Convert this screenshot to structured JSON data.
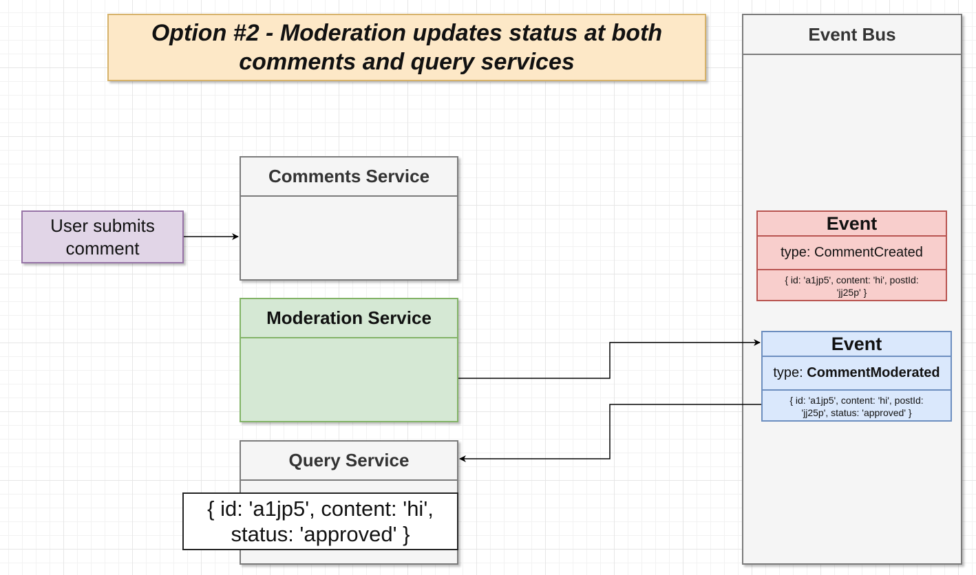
{
  "title": {
    "line1": "Option #2 - Moderation updates status at both",
    "line2": "comments and query services"
  },
  "user_box": {
    "line1": "User submits",
    "line2": "comment"
  },
  "services": {
    "comments": "Comments Service",
    "moderation": "Moderation Service",
    "query": "Query Service"
  },
  "query_data": {
    "line1": "{ id: 'a1jp5', content: 'hi',",
    "line2": "status: 'approved' }"
  },
  "event_bus": {
    "title": "Event Bus"
  },
  "events": [
    {
      "title": "Event",
      "type_prefix": "type: ",
      "type_name": "CommentCreated",
      "data_line1": "{ id: 'a1jp5', content: 'hi', postId:",
      "data_line2": "'jj25p' }"
    },
    {
      "title": "Event",
      "type_prefix": "type: ",
      "type_name": "CommentModerated",
      "data_line1": "{ id: 'a1jp5', content: 'hi', postId:",
      "data_line2": "'jj25p', status: 'approved' }"
    }
  ]
}
